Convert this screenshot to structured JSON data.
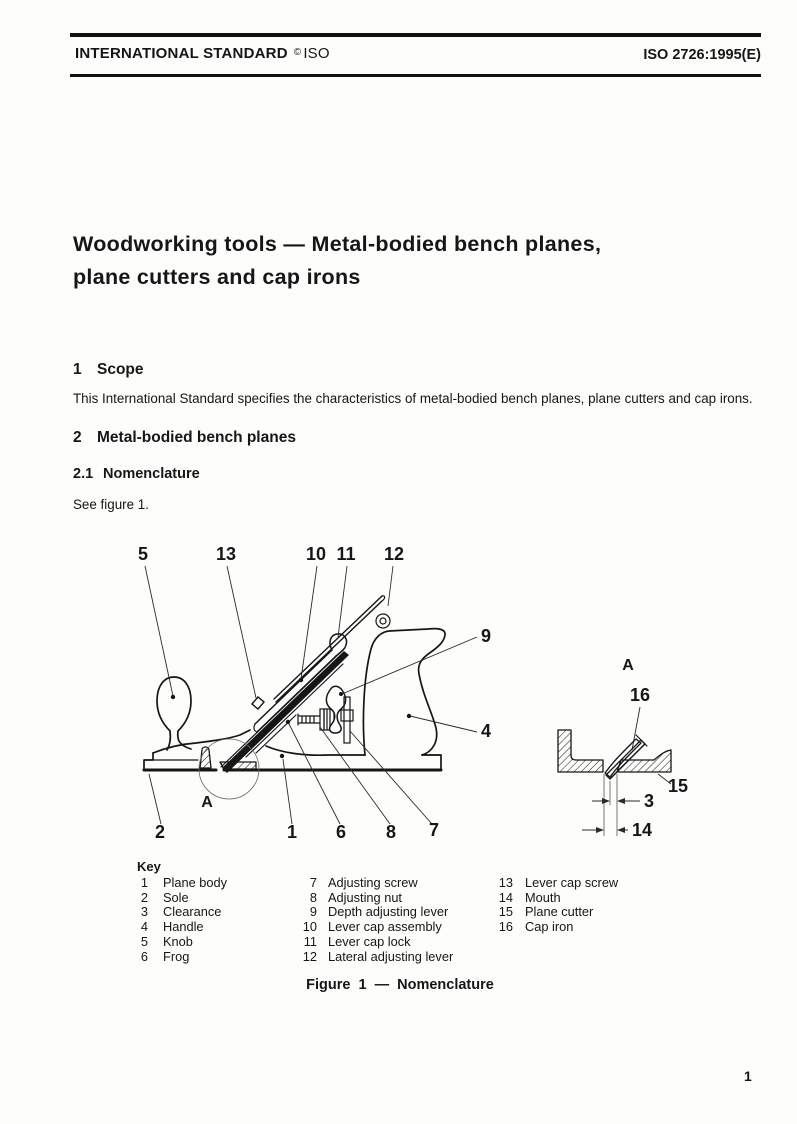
{
  "header": {
    "standard_label": "INTERNATIONAL STANDARD",
    "copyright_symbol": "©",
    "org": "ISO",
    "doc_ref": "ISO 2726:1995(E)"
  },
  "title": {
    "line1": "Woodworking tools — Metal-bodied bench planes,",
    "line2": "plane cutters and cap irons"
  },
  "scope": {
    "num": "1",
    "heading": "Scope",
    "body": "This International Standard specifies the characteristics of metal-bodied bench planes, plane cutters and cap irons."
  },
  "section2": {
    "num": "2",
    "heading": "Metal-bodied bench planes"
  },
  "section21": {
    "num": "2.1",
    "heading": "Nomenclature",
    "see": "See figure 1."
  },
  "figure": {
    "caption": "Figure 1 — Nomenclature",
    "callouts": {
      "n1": "1",
      "n2": "2",
      "n3": "3",
      "n4": "4",
      "n5": "5",
      "n6": "6",
      "n7": "7",
      "n8": "8",
      "n9": "9",
      "n10": "10",
      "n11": "11",
      "n12": "12",
      "n13": "13",
      "n14": "14",
      "n15": "15",
      "n16": "16",
      "a_main": "A",
      "a_detail": "A"
    }
  },
  "key": {
    "title": "Key",
    "col1": [
      {
        "num": "1",
        "label": "Plane body"
      },
      {
        "num": "2",
        "label": "Sole"
      },
      {
        "num": "3",
        "label": "Clearance"
      },
      {
        "num": "4",
        "label": "Handle"
      },
      {
        "num": "5",
        "label": "Knob"
      },
      {
        "num": "6",
        "label": "Frog"
      }
    ],
    "col2": [
      {
        "num": "7",
        "label": "Adjusting screw"
      },
      {
        "num": "8",
        "label": "Adjusting nut"
      },
      {
        "num": "9",
        "label": "Depth adjusting lever"
      },
      {
        "num": "10",
        "label": "Lever cap assembly"
      },
      {
        "num": "11",
        "label": "Lever cap lock"
      },
      {
        "num": "12",
        "label": "Lateral adjusting lever"
      }
    ],
    "col3": [
      {
        "num": "13",
        "label": "Lever cap screw"
      },
      {
        "num": "14",
        "label": "Mouth"
      },
      {
        "num": "15",
        "label": "Plane cutter"
      },
      {
        "num": "16",
        "label": "Cap iron"
      }
    ]
  },
  "page_number": "1",
  "colors": {
    "ink": "#161616",
    "paper": "#fdfdfc"
  }
}
